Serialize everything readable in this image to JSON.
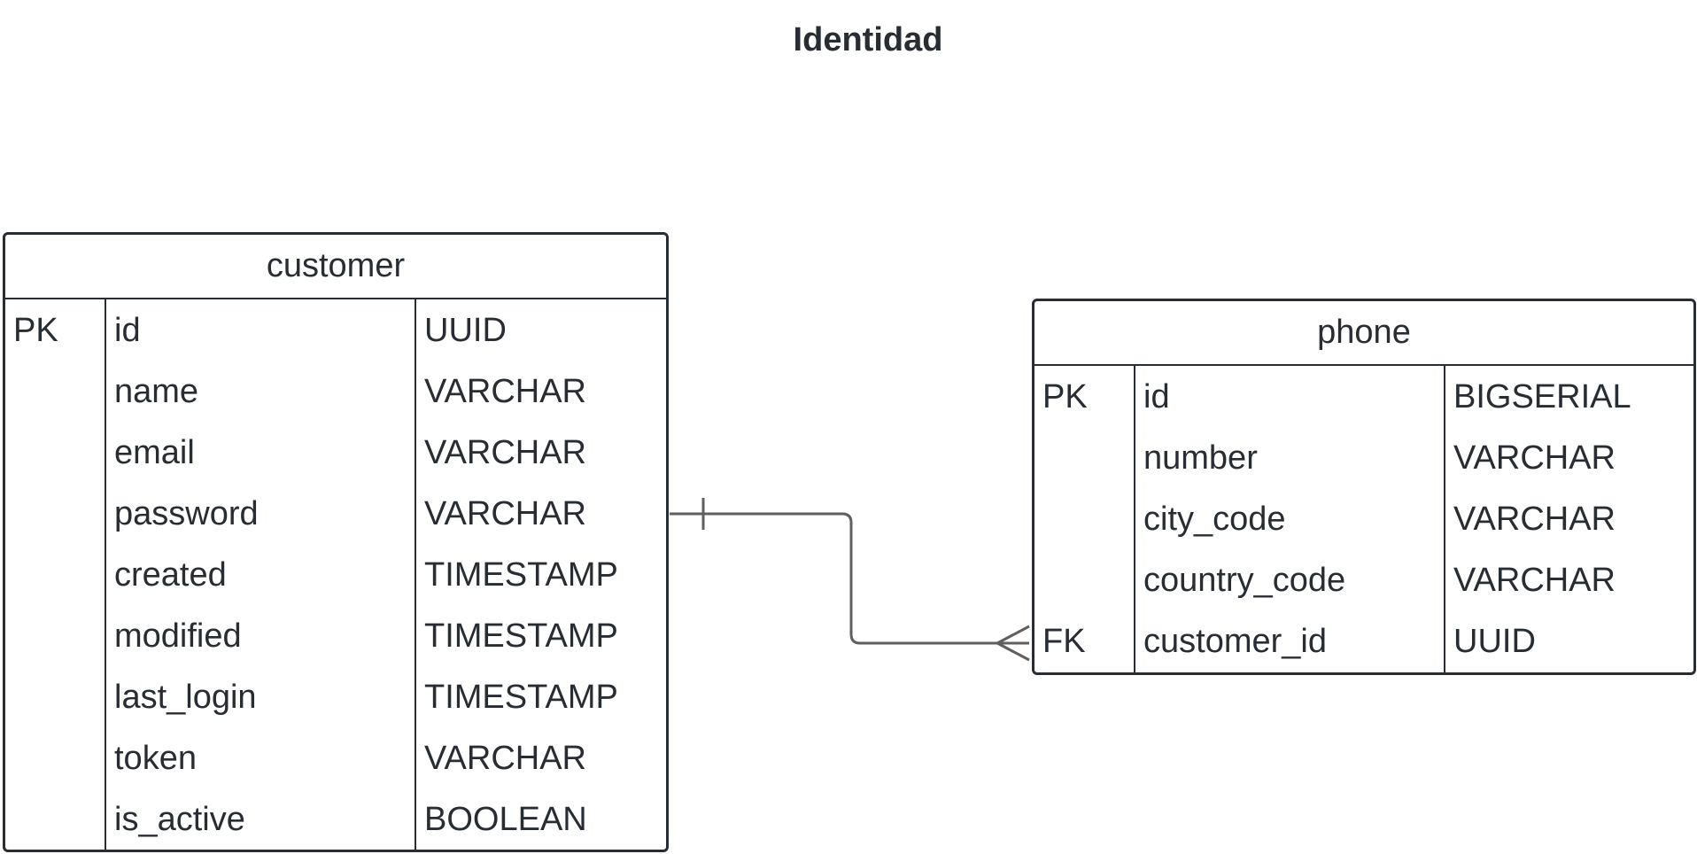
{
  "title": "Identidad",
  "entities": {
    "customer": {
      "name": "customer",
      "rows": [
        {
          "key": "PK",
          "field": "id",
          "type": "UUID"
        },
        {
          "key": "",
          "field": "name",
          "type": "VARCHAR"
        },
        {
          "key": "",
          "field": "email",
          "type": "VARCHAR"
        },
        {
          "key": "",
          "field": "password",
          "type": "VARCHAR"
        },
        {
          "key": "",
          "field": "created",
          "type": "TIMESTAMP"
        },
        {
          "key": "",
          "field": "modified",
          "type": "TIMESTAMP"
        },
        {
          "key": "",
          "field": "last_login",
          "type": "TIMESTAMP"
        },
        {
          "key": "",
          "field": "token",
          "type": "VARCHAR"
        },
        {
          "key": "",
          "field": "is_active",
          "type": "BOOLEAN"
        }
      ]
    },
    "phone": {
      "name": "phone",
      "rows": [
        {
          "key": "PK",
          "field": "id",
          "type": "BIGSERIAL"
        },
        {
          "key": "",
          "field": "number",
          "type": "VARCHAR"
        },
        {
          "key": "",
          "field": "city_code",
          "type": "VARCHAR"
        },
        {
          "key": "",
          "field": "country_code",
          "type": "VARCHAR"
        },
        {
          "key": "FK",
          "field": "customer_id",
          "type": "UUID"
        }
      ]
    }
  },
  "relationship": {
    "from": "customer",
    "to": "phone",
    "from_cardinality": "one",
    "to_cardinality": "many",
    "line_color": "#5f5f5f",
    "border_color": "#282c33"
  }
}
